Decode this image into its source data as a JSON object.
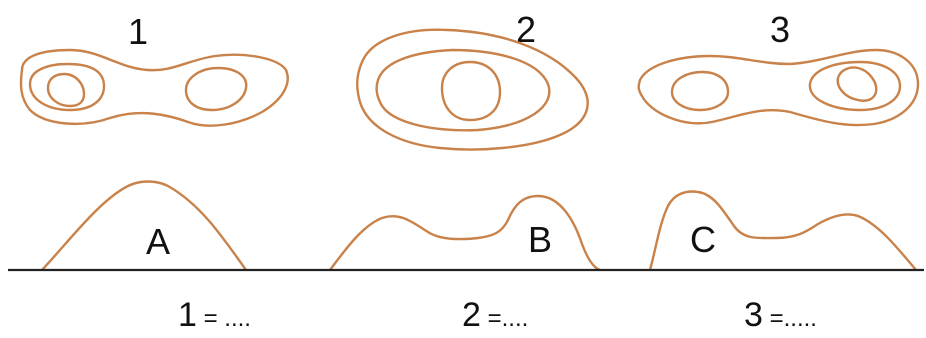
{
  "maps": [
    {
      "number": "1"
    },
    {
      "number": "2"
    },
    {
      "number": "3"
    }
  ],
  "profiles": [
    {
      "letter": "A"
    },
    {
      "letter": "B"
    },
    {
      "letter": "C"
    }
  ],
  "answers": [
    {
      "num": "1",
      "rest": " = ...."
    },
    {
      "num": "2",
      "rest": " =...."
    },
    {
      "num": "3",
      "rest": " =....."
    }
  ],
  "colors": {
    "contour": "#c8824a",
    "baseline": "#222222",
    "text": "#111111"
  }
}
